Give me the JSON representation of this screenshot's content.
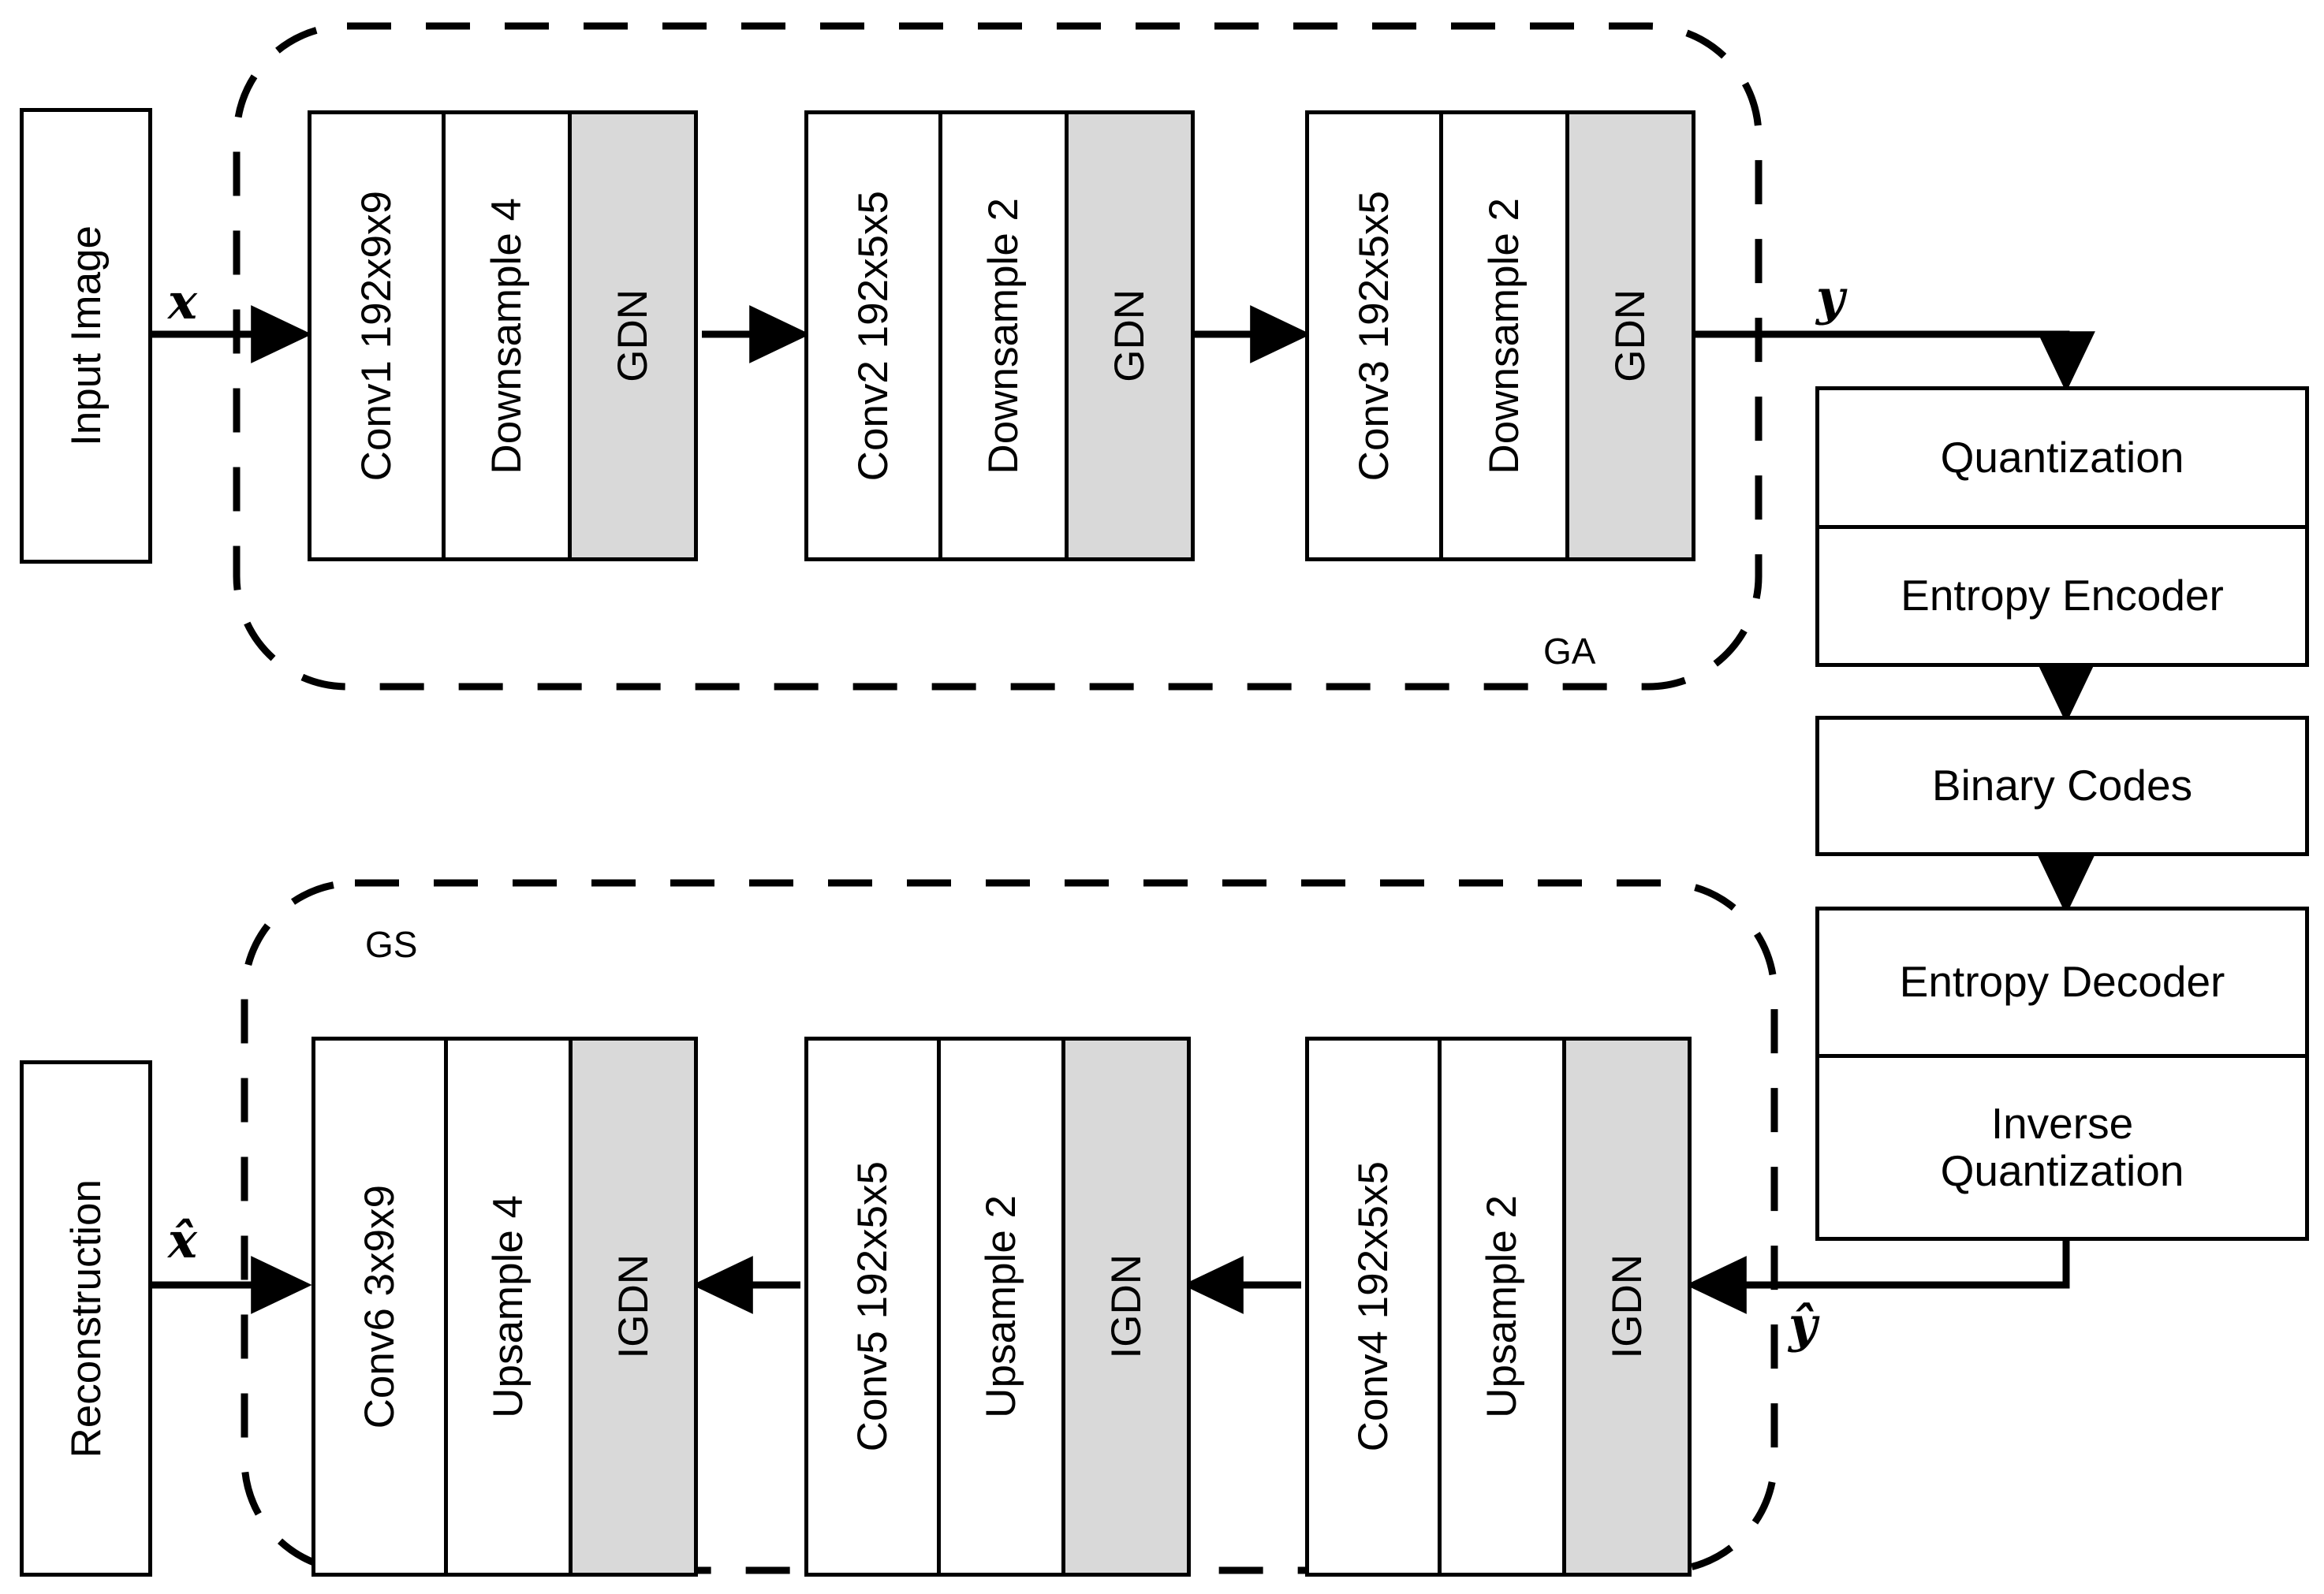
{
  "diagram": {
    "title": "Learned image compression autoencoder block diagram",
    "colors": {
      "stroke": "#000000",
      "background": "#ffffff",
      "gdn_fill": "#d9d9d9"
    },
    "encoder_group": {
      "label": "GA",
      "io_label": "x",
      "output_label": "y",
      "input_box": "Input Image",
      "stages": [
        {
          "conv": "Conv1 192x9x9",
          "sample": "Downsample 4",
          "norm": "GDN"
        },
        {
          "conv": "Conv2 192x5x5",
          "sample": "Downsample 2",
          "norm": "GDN"
        },
        {
          "conv": "Conv3 192x5x5",
          "sample": "Downsample 2",
          "norm": "GDN"
        }
      ]
    },
    "decoder_group": {
      "label": "GS",
      "io_label": "x̂",
      "input_label": "ŷ",
      "output_box": "Reconstruction",
      "stages": [
        {
          "conv": "Conv6 3x9x9",
          "sample": "Upsample 4",
          "norm": "IGDN"
        },
        {
          "conv": "Conv5 192x5x5",
          "sample": "Upsample 2",
          "norm": "IGDN"
        },
        {
          "conv": "Conv4 192x5x5",
          "sample": "Upsample 2",
          "norm": "IGDN"
        }
      ]
    },
    "codec_pipeline": {
      "block1": [
        "Quantization",
        "Entropy Encoder"
      ],
      "block2": [
        "Binary Codes"
      ],
      "block3": [
        "Entropy Decoder",
        "Inverse\nQuantization"
      ]
    }
  }
}
